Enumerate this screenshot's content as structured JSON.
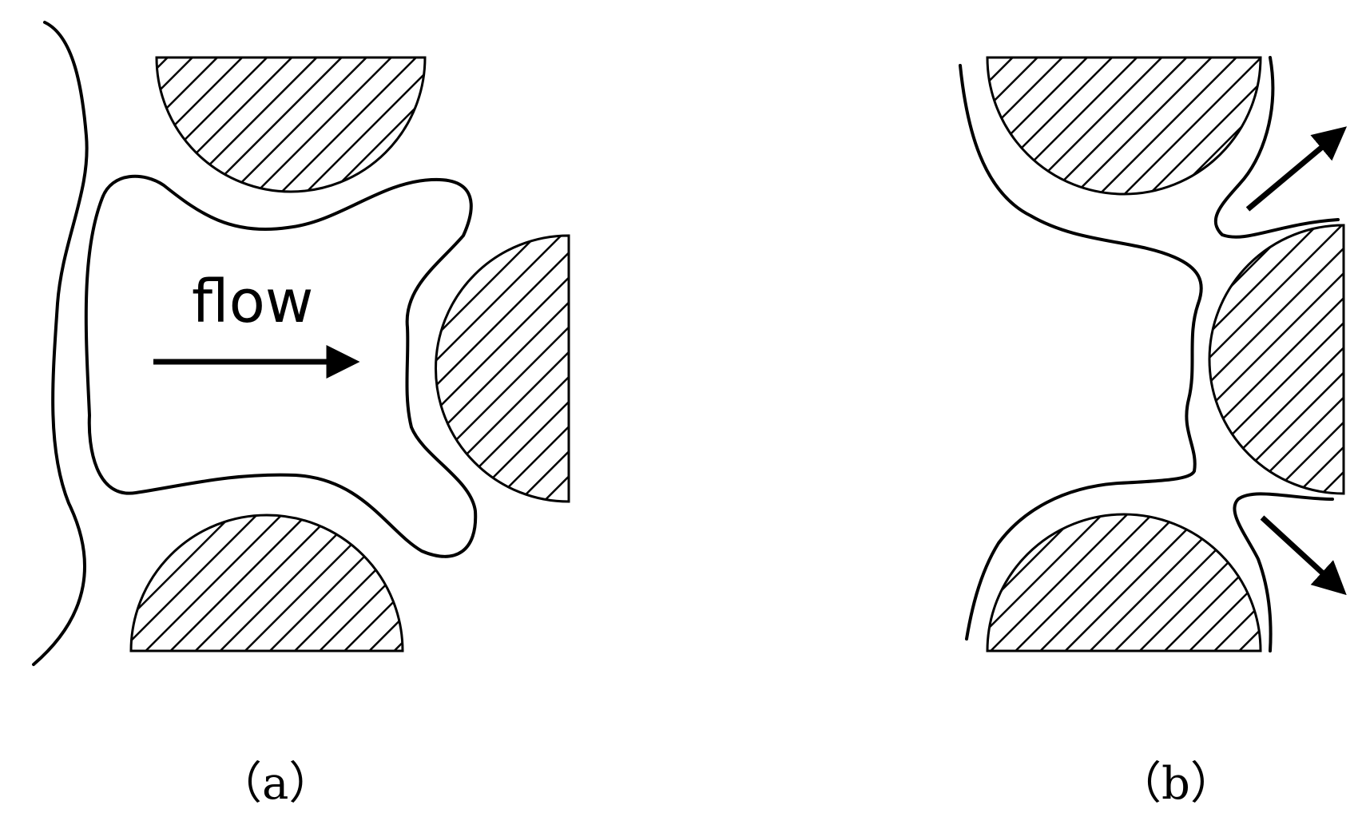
{
  "diagram": {
    "panels": [
      {
        "id": "a",
        "label": "（a）",
        "flow_label": "flow",
        "description_parts": [
          "grain-top",
          "grain-bottom",
          "grain-right",
          "pore-interface",
          "left-interface",
          "flow-arrow"
        ]
      },
      {
        "id": "b",
        "label": "（b）",
        "description_parts": [
          "grain-top",
          "grain-bottom",
          "grain-right",
          "interface",
          "escape-arrow-up",
          "escape-arrow-down"
        ]
      }
    ],
    "colors": {
      "line": "#000000",
      "hatch": "#000000",
      "background": "#ffffff"
    }
  }
}
